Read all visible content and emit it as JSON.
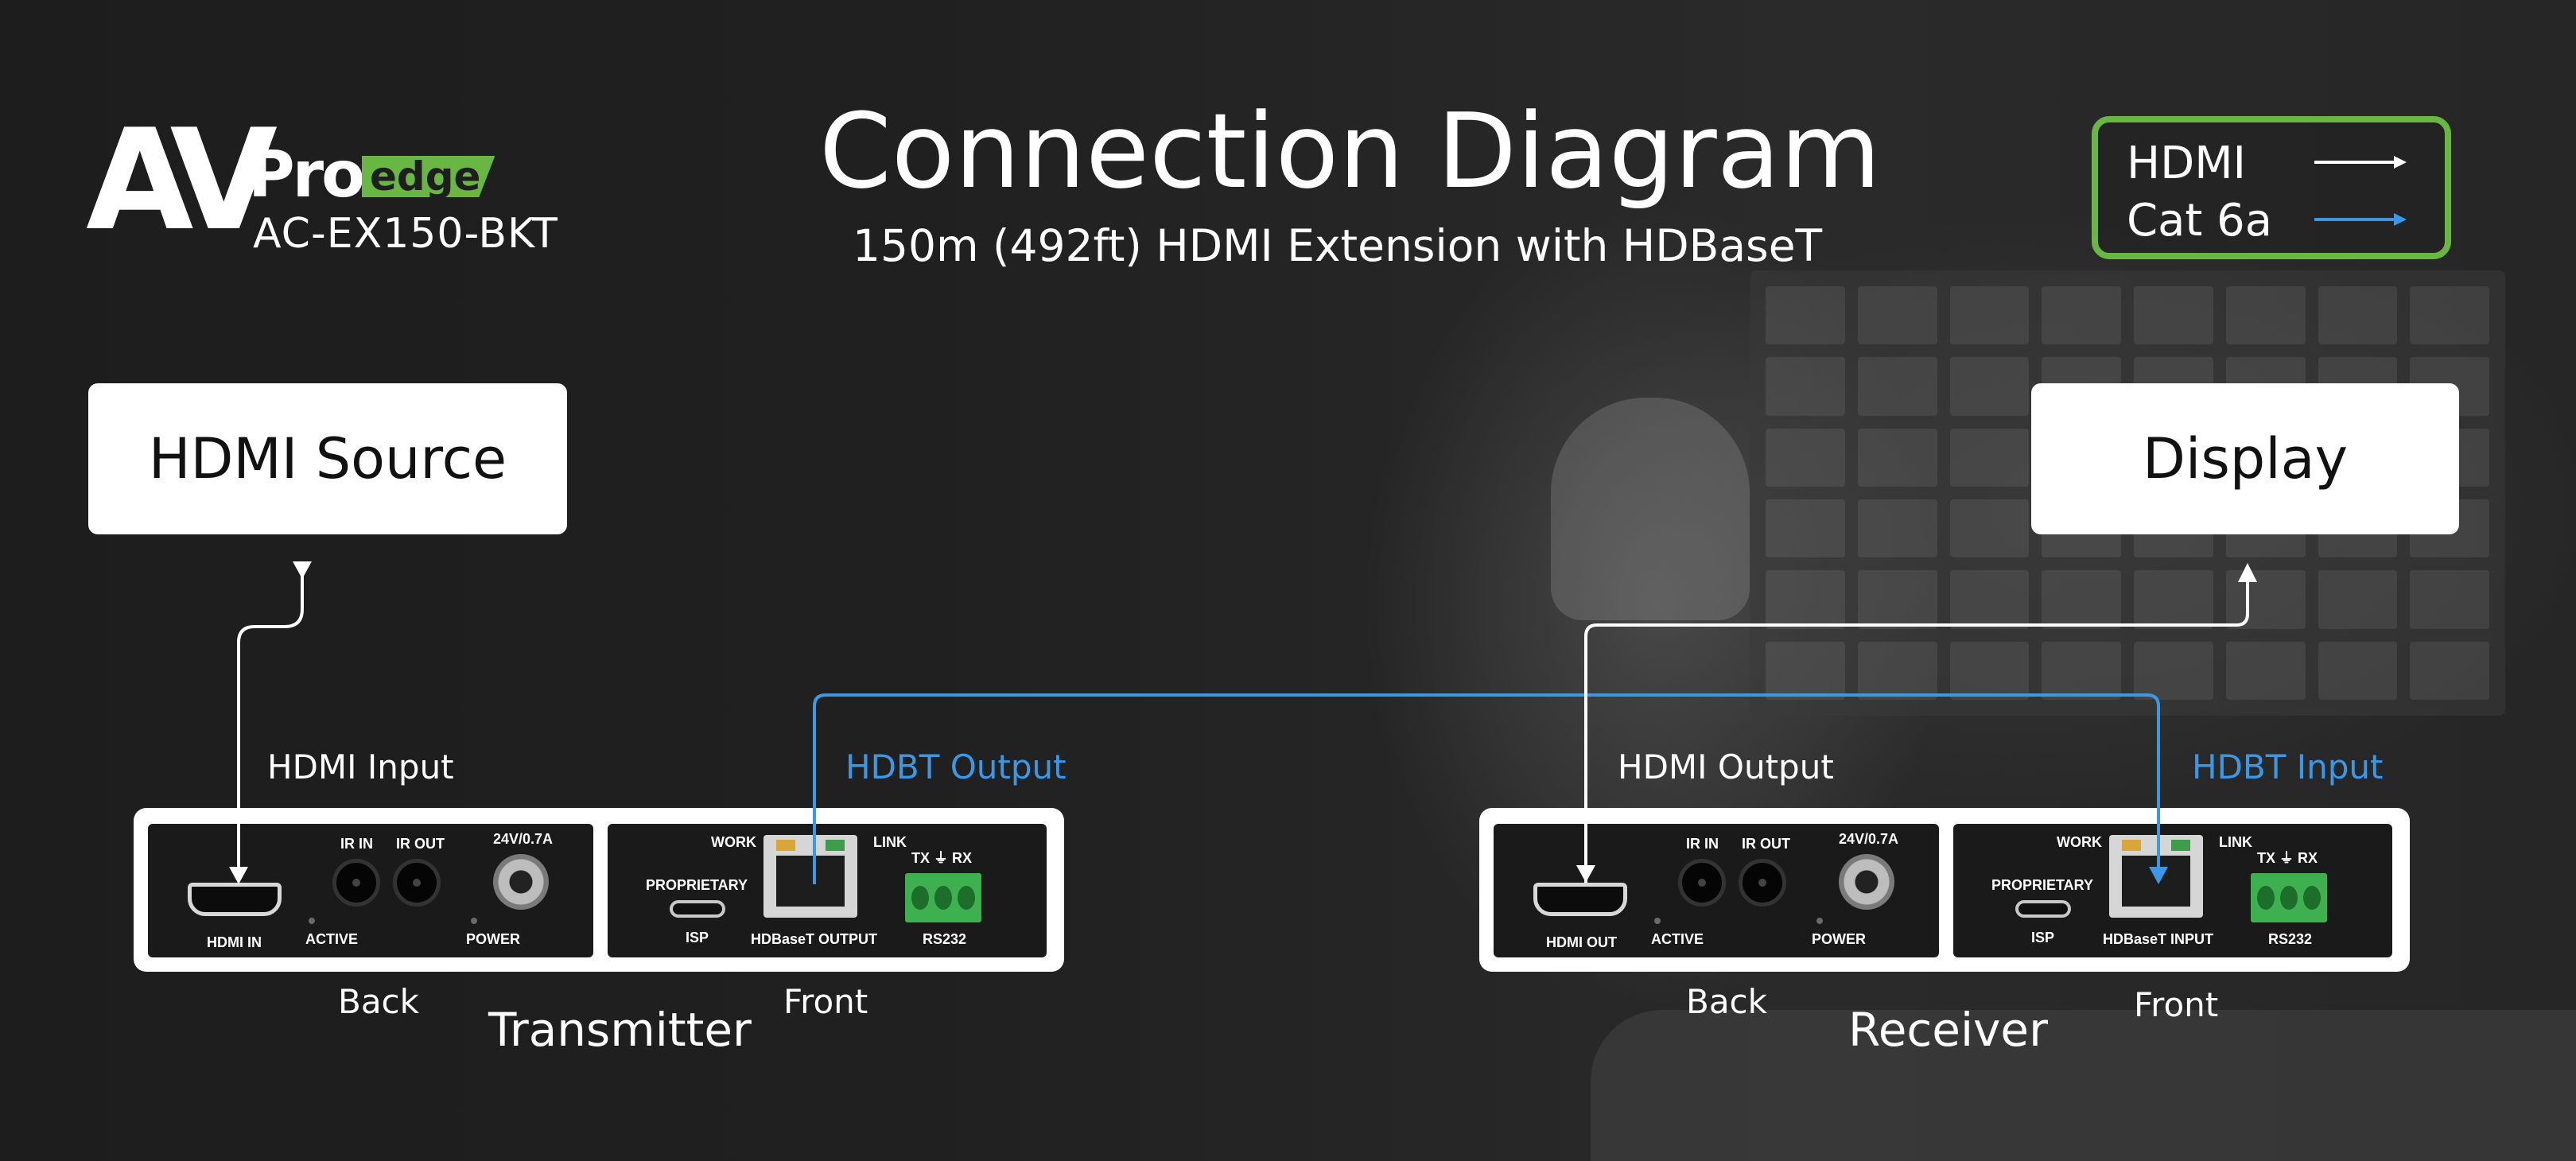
{
  "logo": {
    "av": "AV",
    "pro": "Pro",
    "edge": "edge",
    "model": "AC-EX150-BKT"
  },
  "title": "Connection Diagram",
  "subtitle": "150m (492ft) HDMI Extension with HDBaseT",
  "legend": {
    "items": [
      {
        "label": "HDMI",
        "color": "#ffffff"
      },
      {
        "label": "Cat 6a",
        "color": "#3b98e6"
      }
    ],
    "border_color": "#6ab643"
  },
  "nodes": {
    "source": "HDMI Source",
    "display": "Display"
  },
  "transmitter": {
    "name": "Transmitter",
    "hdmi_label": "HDMI Input",
    "hdbt_label": "HDBT Output",
    "back_label": "Back",
    "front_label": "Front",
    "back_panel": {
      "hdmi": "HDMI IN",
      "active": "ACTIVE",
      "ir_in": "IR IN",
      "ir_out": "IR OUT",
      "power_rating": "24V/0.7A",
      "power": "POWER"
    },
    "front_panel": {
      "work": "WORK",
      "link": "LINK",
      "proprietary": "PROPRIETARY",
      "isp": "ISP",
      "hdbaset": "HDBaseT OUTPUT",
      "rs232": "RS232",
      "txrx": "TX ⏚ RX"
    }
  },
  "receiver": {
    "name": "Receiver",
    "hdmi_label": "HDMI Output",
    "hdbt_label": "HDBT Input",
    "back_label": "Back",
    "front_label": "Front",
    "back_panel": {
      "hdmi": "HDMI OUT",
      "active": "ACTIVE",
      "ir_in": "IR IN",
      "ir_out": "IR OUT",
      "power_rating": "24V/0.7A",
      "power": "POWER"
    },
    "front_panel": {
      "work": "WORK",
      "link": "LINK",
      "proprietary": "PROPRIETARY",
      "isp": "ISP",
      "hdbaset": "HDBaseT INPUT",
      "rs232": "RS232",
      "txrx": "TX ⏚ RX"
    }
  },
  "colors": {
    "hdmi_line": "#ffffff",
    "cat6_line": "#3b98e6",
    "accent_green": "#6ab643"
  }
}
